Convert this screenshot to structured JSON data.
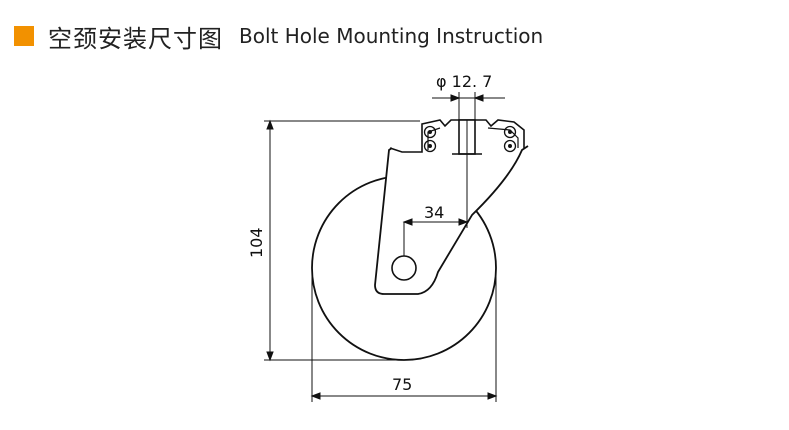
{
  "header": {
    "title_cn": "空颈安装尺寸图",
    "title_en": "Bolt Hole Mounting Instruction",
    "accent_color": "#f29100"
  },
  "dimensions": {
    "bolt_diameter": "φ 12. 7",
    "offset": "34",
    "height": "104",
    "wheel_width": "75"
  },
  "icons": {
    "bullet": "orange-square-icon"
  }
}
